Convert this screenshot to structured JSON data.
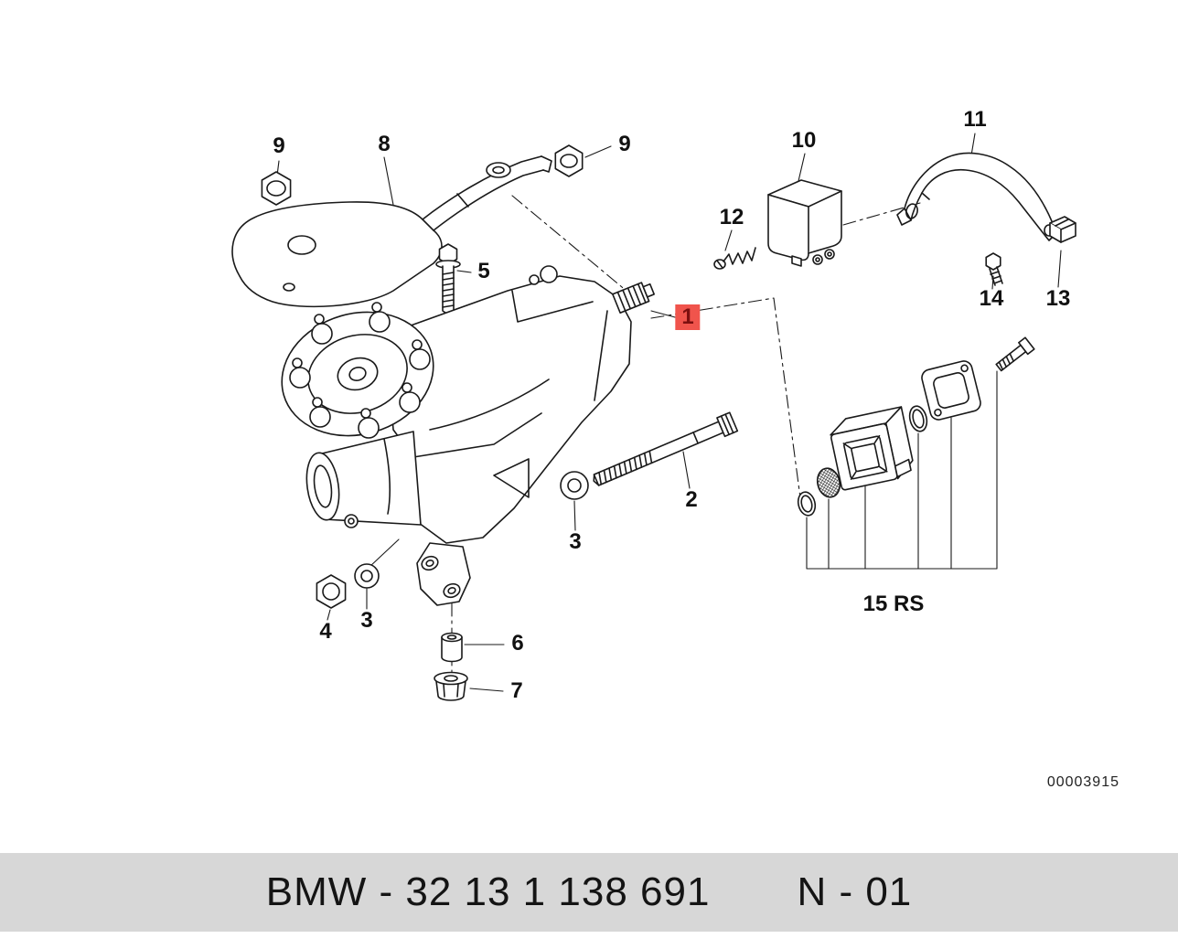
{
  "page": {
    "background": "#ffffff"
  },
  "colors": {
    "line": "#1a1a1a",
    "highlight_bg": "#f0544c",
    "highlight_text": "#7d0f0f",
    "footer_bg": "#d7d7d7",
    "footer_text": "#141414"
  },
  "callouts": [
    {
      "label": "9"
    },
    {
      "label": "8"
    },
    {
      "label": "9"
    },
    {
      "label": "5"
    },
    {
      "label": "1",
      "highlighted": true
    },
    {
      "label": "10"
    },
    {
      "label": "11"
    },
    {
      "label": "12"
    },
    {
      "label": "14"
    },
    {
      "label": "13"
    },
    {
      "label": "2"
    },
    {
      "label": "3"
    },
    {
      "label": "4"
    },
    {
      "label": "3"
    },
    {
      "label": "6"
    },
    {
      "label": "7"
    }
  ],
  "group_label": "15 RS",
  "doc_number": "00003915",
  "footer": {
    "part_number": "BMW - 32 13 1 138 691",
    "revision": "N - 01"
  }
}
